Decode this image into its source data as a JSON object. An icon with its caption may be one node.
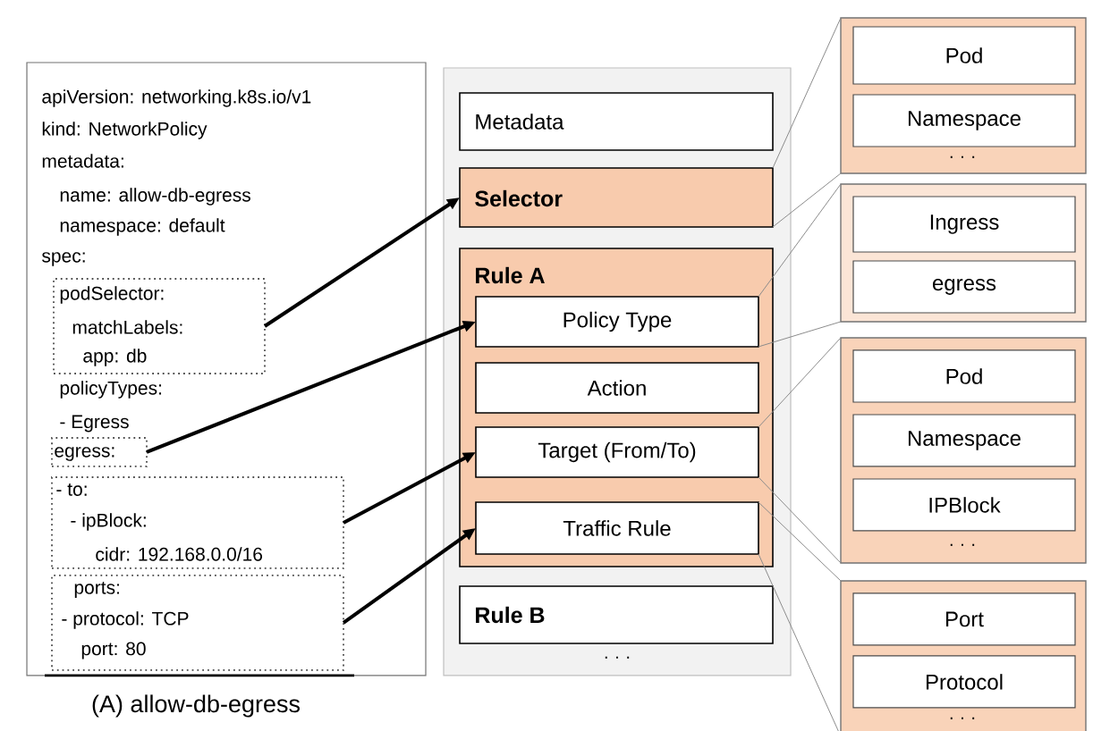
{
  "diagram": {
    "nodes": [
      {
        "text": [
          "apiVersion: networking.k8s.io/v1",
          "kind: NetworkPolicy",
          "metadata:",
          "name: allow-db-egress",
          "namespace: default",
          "spec:",
          "policyTypes:",
          "- Egress"
        ],
        "beside": [
          "(A) allow-db-egress"
        ]
      },
      {
        "text": [
          "podSelector:",
          "matchLabels:",
          "app: db"
        ],
        "in": 0
      },
      {
        "text": [
          "egress:"
        ],
        "in": 0
      },
      {
        "text": [
          "- to:",
          "- ipBlock:",
          "cidr: 192.168.0.0/16"
        ],
        "in": 0
      },
      {
        "text": [
          "ports:",
          "- protocol: TCP",
          "port: 80"
        ],
        "in": 0
      },
      {
        "text": [
          "· · ·"
        ]
      },
      {
        "text": [
          "Metadata"
        ],
        "in": 5
      },
      {
        "text": [
          "Selector"
        ],
        "in": 5
      },
      {
        "text": [
          "Rule A"
        ],
        "in": 5
      },
      {
        "text": [
          "Policy Type"
        ],
        "in": 8
      },
      {
        "text": [
          "Action"
        ],
        "in": 8
      },
      {
        "text": [
          "Target (From/To)"
        ],
        "in": 8
      },
      {
        "text": [
          "Traffic Rule"
        ],
        "in": 8
      },
      {
        "text": [
          "Rule B"
        ],
        "in": 5
      },
      {
        "text": [
          "· · ·"
        ]
      },
      {
        "text": [
          "Pod"
        ],
        "in": 14
      },
      {
        "text": [
          "Namespace"
        ],
        "in": 14
      },
      {
        "text": [],
        "shape": "box"
      },
      {
        "text": [
          "Ingress"
        ],
        "in": 17
      },
      {
        "text": [
          "egress"
        ],
        "in": 17
      },
      {
        "text": [
          "· · ·"
        ]
      },
      {
        "text": [
          "Pod"
        ],
        "in": 20
      },
      {
        "text": [
          "Namespace"
        ],
        "in": 20
      },
      {
        "text": [
          "IPBlock"
        ],
        "in": 20
      },
      {
        "text": [
          "· · ·"
        ]
      },
      {
        "text": [
          "Port"
        ],
        "in": 24
      },
      {
        "text": [
          "Protocol"
        ],
        "in": 24
      }
    ],
    "edges": [
      {
        "from": 1,
        "to": 7,
        "arrow": "to",
        "style": "thick",
        "color": "#000000"
      },
      {
        "from": 2,
        "to": 9,
        "arrow": "to",
        "style": "thick",
        "color": "#000000"
      },
      {
        "from": 3,
        "to": 11,
        "arrow": "to",
        "style": "thick",
        "color": "#000000"
      },
      {
        "from": 4,
        "to": 12,
        "arrow": "to",
        "style": "thick",
        "color": "#000000"
      },
      {
        "from": 7,
        "to": 14,
        "arrow": "none"
      },
      {
        "from": 7,
        "to": 14,
        "arrow": "none"
      },
      {
        "from": 9,
        "to": 17,
        "arrow": "none"
      },
      {
        "from": 9,
        "to": 17,
        "arrow": "none"
      },
      {
        "from": 11,
        "to": 20,
        "arrow": "none"
      },
      {
        "from": 11,
        "to": 20,
        "arrow": "none"
      },
      {
        "from": 12,
        "to": 24,
        "arrow": "none"
      },
      {
        "from": 12,
        "to": 24,
        "arrow": "none"
      }
    ]
  }
}
